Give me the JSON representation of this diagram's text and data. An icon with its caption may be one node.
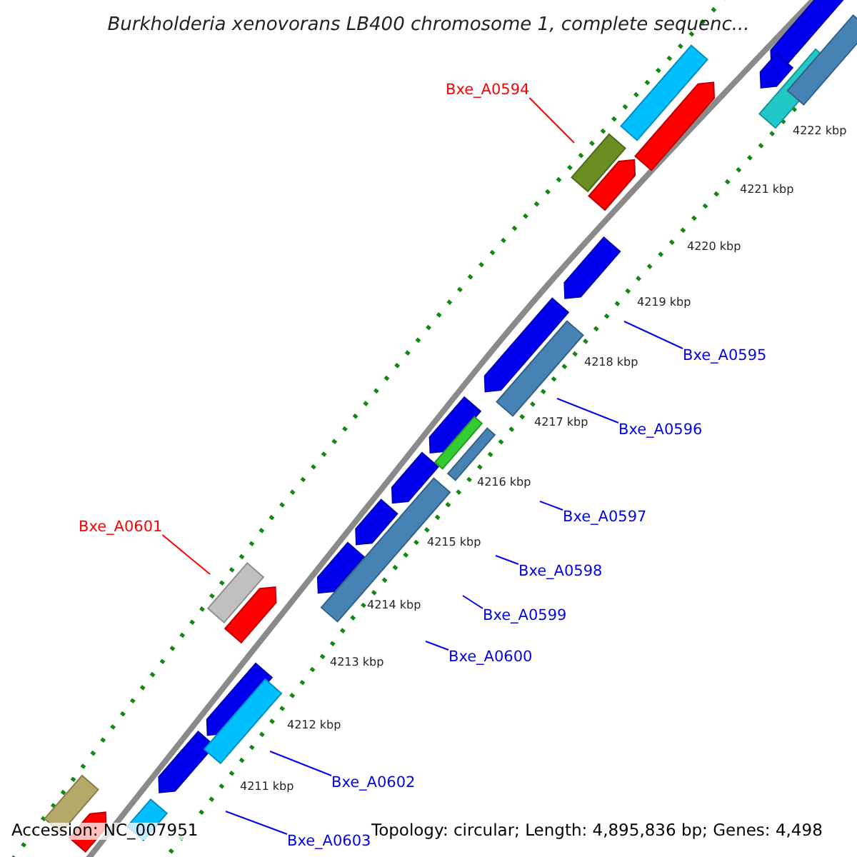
{
  "diagram": {
    "title": "Burkholderia xenovorans LB400 chromosome 1, complete sequenc...",
    "nodes": [
      {
        "text": [
          "Bxe_A0594"
        ]
      },
      {
        "text": [
          "Bxe_A0595"
        ]
      },
      {
        "text": [
          "Bxe_A0596"
        ]
      },
      {
        "text": [
          "Bxe_A0597"
        ]
      },
      {
        "text": [
          "Bxe_A0601"
        ]
      },
      {
        "text": [
          "Bxe_A0598"
        ]
      },
      {
        "text": [
          "Bxe_A0599"
        ]
      },
      {
        "text": [
          "Bxe_A0600"
        ]
      },
      {
        "text": [
          "Bxe_A0602"
        ]
      },
      {
        "text": [
          "Bxe_A0603"
        ]
      }
    ],
    "edges": [
      {
        "from": 0,
        "to": null,
        "arrow": "none",
        "color": "#ff0000"
      },
      {
        "from": 1,
        "to": null,
        "arrow": "none"
      },
      {
        "from": 2,
        "to": null,
        "arrow": "none"
      },
      {
        "from": 3,
        "to": null,
        "arrow": "none"
      },
      {
        "from": 4,
        "to": null,
        "arrow": "none",
        "color": "#ff0000"
      },
      {
        "from": 5,
        "to": null,
        "arrow": "none"
      },
      {
        "from": 6,
        "to": null,
        "arrow": "none"
      },
      {
        "from": 7,
        "to": null,
        "arrow": "none"
      },
      {
        "from": 8,
        "to": null,
        "arrow": "none"
      },
      {
        "from": 9,
        "to": null,
        "arrow": "none"
      }
    ],
    "labels": [
      "4222 kbp",
      "4221 kbp",
      "4220 kbp",
      "4219 kbp",
      "4218 kbp",
      "4217 kbp",
      "4216 kbp",
      "4215 kbp",
      "4214 kbp",
      "4213 kbp",
      "4212 kbp",
      "4211 kbp",
      "Accession: NC_007951",
      "Topology: circular; Length: 4,895,836 bp; Genes: 4,498"
    ]
  }
}
